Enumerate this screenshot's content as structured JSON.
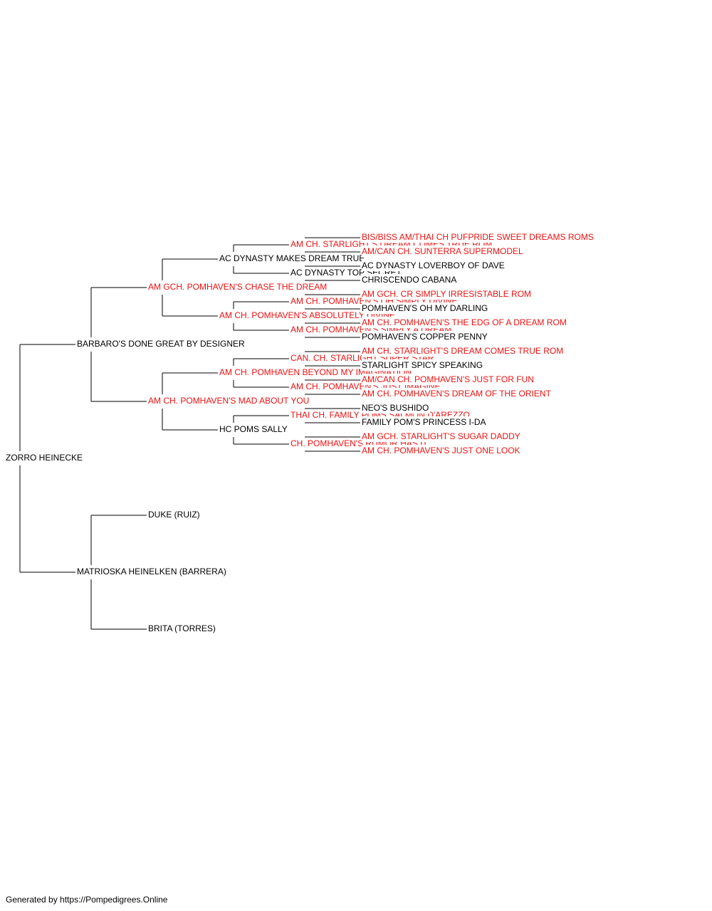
{
  "colors": {
    "champion": "#ee1111",
    "regular": "#000000",
    "line": "#000000"
  },
  "root": {
    "name": "ZORRO HEINECKE",
    "champion": false,
    "sire": {
      "name": "BARBARO'S DONE GREAT BY DESIGNER",
      "champion": false,
      "sire": {
        "name": "AM GCH. POMHAVEN'S CHASE THE DREAM",
        "champion": true,
        "sire": {
          "name": "AC DYNASTY MAKES DREAM TRUE",
          "champion": false,
          "sire": {
            "name": "AM CH. STARLIGHT'S DREAM COMES TRUE ROM",
            "champion": true,
            "sire": {
              "name": "BIS/BISS AM/THAI CH PUFPRIDE SWEET DREAMS ROMS",
              "champion": true
            },
            "dam": {
              "name": "AM/CAN CH. SUNTERRA SUPERMODEL",
              "champion": true
            }
          },
          "dam": {
            "name": "AC DYNASTY TOP SECRET",
            "champion": false,
            "sire": {
              "name": "AC DYNASTY LOVERBOY OF DAVE",
              "champion": false
            },
            "dam": {
              "name": "CHRISCENDO CABANA",
              "champion": false
            }
          }
        },
        "dam": {
          "name": "AM CH. POMHAVEN'S ABSOLUTELY DIVINE",
          "champion": true,
          "sire": {
            "name": "AM CH. POMHAVEN'S OH SIMPLY DIVINE",
            "champion": true,
            "sire": {
              "name": "AM GCH. CR SIMPLY IRRESISTABLE ROM",
              "champion": true
            },
            "dam": {
              "name": "POMHAVEN'S OH MY DARLING",
              "champion": false
            }
          },
          "dam": {
            "name": "AM CH. POMHAVEN'S SIMPLY A DREAM",
            "champion": true,
            "sire": {
              "name": "AM CH. POMHAVEN'S THE EDG OF A DREAM ROM",
              "champion": true
            },
            "dam": {
              "name": "POMHAVEN'S COPPER PENNY",
              "champion": false
            }
          }
        }
      },
      "dam": {
        "name": "AM CH. POMHAVEN'S MAD ABOUT YOU",
        "champion": true,
        "sire": {
          "name": "AM CH. POMHAVEN BEYOND MY IMAGINATION",
          "champion": true,
          "sire": {
            "name": "CAN. CH. STARLIGHT SUPER STAR",
            "champion": true,
            "sire": {
              "name": "AM CH. STARLIGHT'S DREAM COMES TRUE ROM",
              "champion": true
            },
            "dam": {
              "name": "STARLIGHT SPICY SPEAKING",
              "champion": false
            }
          },
          "dam": {
            "name": "AM CH. POMHAVEN'S JUST IMAGINE",
            "champion": true,
            "sire": {
              "name": "AM/CAN CH. POMHAVEN'S JUST FOR FUN",
              "champion": true
            },
            "dam": {
              "name": "AM CH. POMHAVEN'S DREAM OF THE ORIENT",
              "champion": true
            }
          }
        },
        "dam": {
          "name": "HC POMS SALLY",
          "champion": false,
          "sire": {
            "name": "THAI CH. FAMILY POMS SALMON D'AREZZO",
            "champion": true,
            "sire": {
              "name": "NEO'S BUSHIDO",
              "champion": false
            },
            "dam": {
              "name": "FAMILY POM'S PRINCESS I-DA",
              "champion": false
            }
          },
          "dam": {
            "name": "CH. POMHAVEN'S RUMOR HAS IT",
            "champion": true,
            "sire": {
              "name": "AM GCH. STARLIGHT'S SUGAR DADDY",
              "champion": true
            },
            "dam": {
              "name": "AM CH. POMHAVEN'S JUST ONE LOOK",
              "champion": true
            }
          }
        }
      }
    },
    "dam": {
      "name": "MATRIOSKA HEINELKEN (BARRERA)",
      "champion": false,
      "sire": {
        "name": "DUKE (RUIZ)",
        "champion": false
      },
      "dam": {
        "name": "BRITA (TORRES)",
        "champion": false
      }
    }
  },
  "footer": "Generated by https://Pompedigrees.Online"
}
